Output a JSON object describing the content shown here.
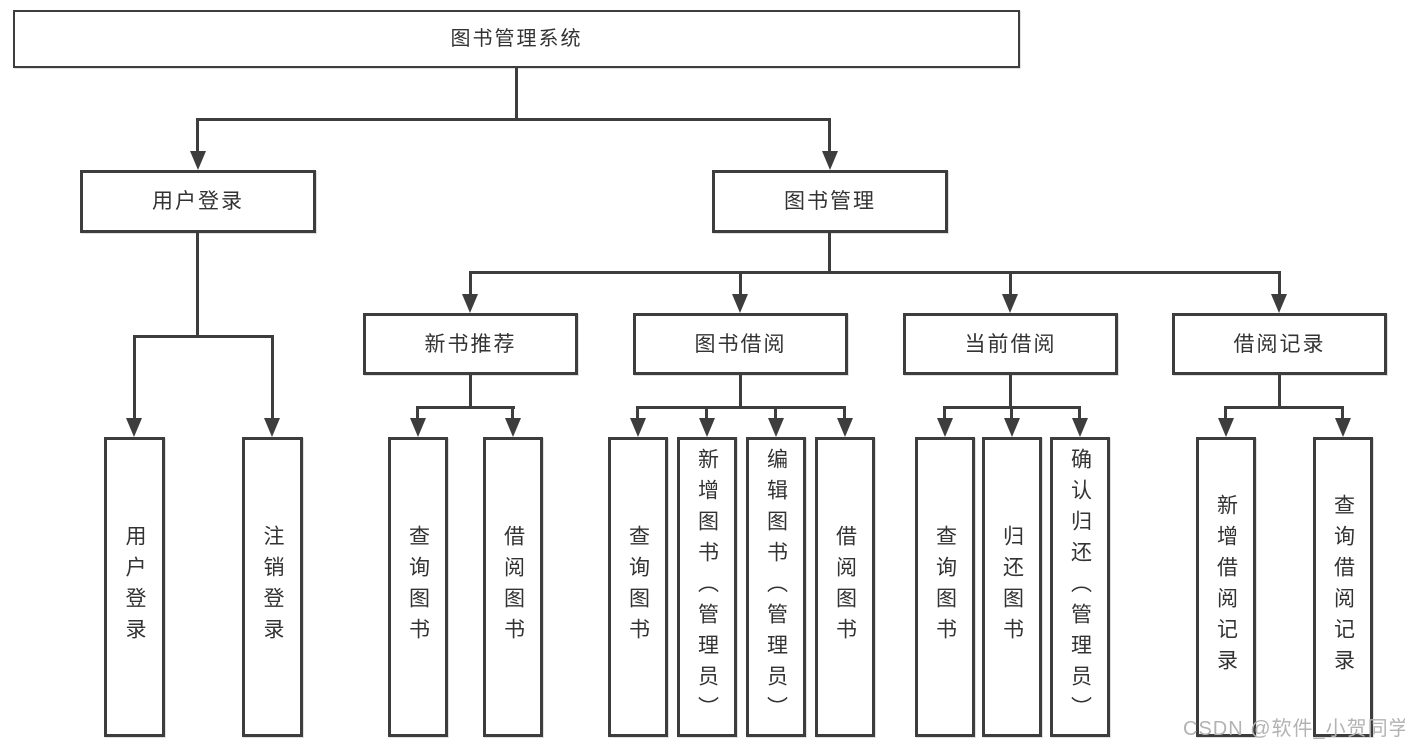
{
  "nodes": {
    "root": {
      "label": "图书管理系统"
    },
    "user_login": {
      "label": "用户登录",
      "children": {
        "login": {
          "label": "用户登录"
        },
        "logout": {
          "label": "注销登录"
        }
      }
    },
    "book_mgmt": {
      "label": "图书管理",
      "children": {
        "new_books": {
          "label": "新书推荐",
          "children": {
            "query": {
              "label": "查询图书"
            },
            "borrow": {
              "label": "借阅图书"
            }
          }
        },
        "book_borrow": {
          "label": "图书借阅",
          "children": {
            "query": {
              "label": "查询图书"
            },
            "add": {
              "label": "新增图书（管理员）"
            },
            "edit": {
              "label": "编辑图书（管理员）"
            },
            "borrow": {
              "label": "借阅图书"
            }
          }
        },
        "current_borrow": {
          "label": "当前借阅",
          "children": {
            "query": {
              "label": "查询图书"
            },
            "return": {
              "label": "归还图书"
            },
            "confirm": {
              "label": "确认归还（管理员）"
            }
          }
        },
        "borrow_records": {
          "label": "借阅记录",
          "children": {
            "add_record": {
              "label": "新增借阅记录"
            },
            "query_record": {
              "label": "查询借阅记录"
            }
          }
        }
      }
    }
  },
  "watermark": {
    "text": "CSDN @软件_小贺同学"
  },
  "colors": {
    "line": "#3d3d3d",
    "text": "#333333",
    "watermark": "#b3b3b3",
    "background": "#ffffff"
  }
}
